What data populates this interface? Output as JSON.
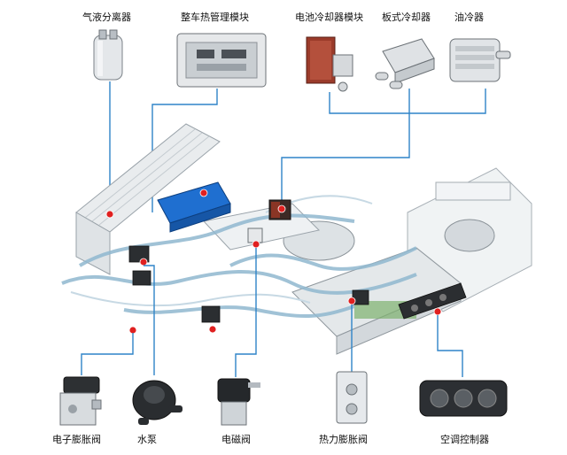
{
  "labels": {
    "gas_liquid_separator": "气液分离器",
    "thermal_controller": "整车热管理模块",
    "battery_chiller": "电池冷却器模块",
    "plate_cooler": "板式冷却器",
    "oil_cooler": "油冷器",
    "electronic_expansion_valve": "电子膨胀阀",
    "water_pump": "水泵",
    "solenoid_valve": "电磁阀",
    "thermal_expansion_valve": "热力膨胀阀",
    "ac_controller": "空调控制器"
  },
  "colors": {
    "leader": "#2f84c8",
    "marker": "#e02020",
    "controller_blue": "#1f6fd0",
    "chiller_red": "#9b3b2a"
  }
}
